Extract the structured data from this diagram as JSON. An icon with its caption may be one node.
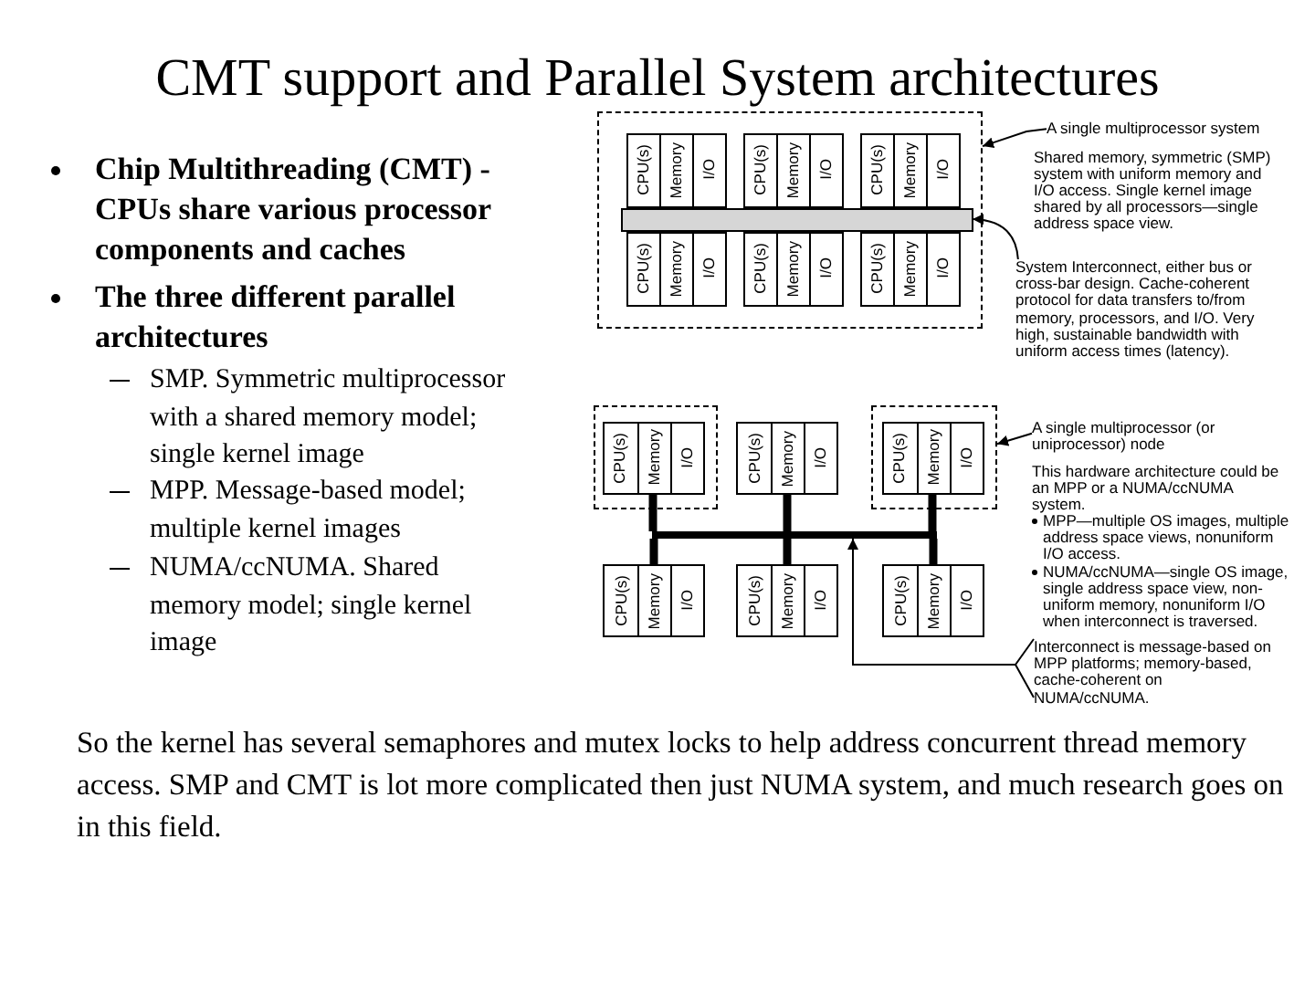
{
  "diagram": {
    "title": "CMT support and Parallel System architectures",
    "nodes": [
      {
        "text": [],
        "shape": "box"
      },
      {
        "text": [
          "CPU(s)",
          "Memory",
          "I/O"
        ],
        "in": 0
      },
      {
        "text": [
          "CPU(s)",
          "Memory",
          "I/O"
        ],
        "in": 0
      },
      {
        "text": [
          "CPU(s)",
          "Memory",
          "I/O"
        ],
        "in": 0
      },
      {
        "text": [],
        "shape": "bar",
        "in": 0
      },
      {
        "text": [
          "CPU(s)",
          "Memory",
          "I/O"
        ],
        "in": 0
      },
      {
        "text": [
          "CPU(s)",
          "Memory",
          "I/O"
        ],
        "in": 0
      },
      {
        "text": [
          "CPU(s)",
          "Memory",
          "I/O"
        ],
        "in": 0
      },
      {
        "text": [
          "A single multiprocessor system"
        ]
      },
      {
        "text": [
          "System Interconnect, either bus or cross-bar design. Cache-coherent protocol for data transfers to/from memory, processors, and I/O. Very high, sustainable bandwidth with uniform access times (latency)."
        ]
      },
      {
        "text": [],
        "shape": "box"
      },
      {
        "text": [
          "CPU(s)",
          "Memory",
          "I/O"
        ],
        "in": 10
      },
      {
        "text": [
          "CPU(s)",
          "Memory",
          "I/O"
        ]
      },
      {
        "text": [],
        "shape": "box"
      },
      {
        "text": [
          "CPU(s)",
          "Memory",
          "I/O"
        ],
        "in": 13
      },
      {
        "text": [],
        "shape": "bar"
      },
      {
        "text": [
          "CPU(s)",
          "Memory",
          "I/O"
        ]
      },
      {
        "text": [
          "CPU(s)",
          "Memory",
          "I/O"
        ]
      },
      {
        "text": [
          "CPU(s)",
          "Memory",
          "I/O"
        ]
      },
      {
        "text": [
          "A single multiprocessor (or uniprocessor) node"
        ]
      },
      {
        "text": [
          "Interconnect is message-based on MPP platforms; memory-based, cache-coherent on NUMA/ccNUMA."
        ]
      }
    ],
    "edges": [
      {
        "from": 8,
        "to": 0,
        "arrow": "to"
      },
      {
        "from": 9,
        "to": 4,
        "arrow": "to"
      },
      {
        "from": 11,
        "to": 15,
        "arrow": "none"
      },
      {
        "from": 12,
        "to": 15,
        "arrow": "none"
      },
      {
        "from": 14,
        "to": 15,
        "arrow": "none"
      },
      {
        "from": 15,
        "to": 16,
        "arrow": "none"
      },
      {
        "from": 15,
        "to": 17,
        "arrow": "none"
      },
      {
        "from": 15,
        "to": 18,
        "arrow": "none"
      },
      {
        "from": 19,
        "to": 13,
        "arrow": "to"
      },
      {
        "from": 20,
        "to": 15,
        "arrow": "to"
      }
    ],
    "labels": [
      "Chip Multithreading (CMT) - CPUs share various processor components and caches",
      "The three different parallel architectures",
      "SMP. Symmetric multiprocessor with a shared memory model; single kernel image",
      "MPP. Message-based model; multiple kernel images",
      "NUMA/ccNUMA. Shared memory model; single kernel image",
      "Shared memory, symmetric (SMP) system with uniform memory and I/O access. Single kernel image shared by all processors—single address space view.",
      "This hardware architecture could be an MPP or a NUMA/ccNUMA system.",
      "MPP—multiple OS images, multiple address space views, nonuniform I/O access.",
      "NUMA/ccNUMA—single OS image, single address space view, non-uniform memory, nonuniform I/O when interconnect is traversed.",
      "So the kernel has several semaphores and mutex locks to help address concurrent thread memory access. SMP and CMT is lot more complicated then just NUMA system, and much research goes on in this field."
    ]
  }
}
